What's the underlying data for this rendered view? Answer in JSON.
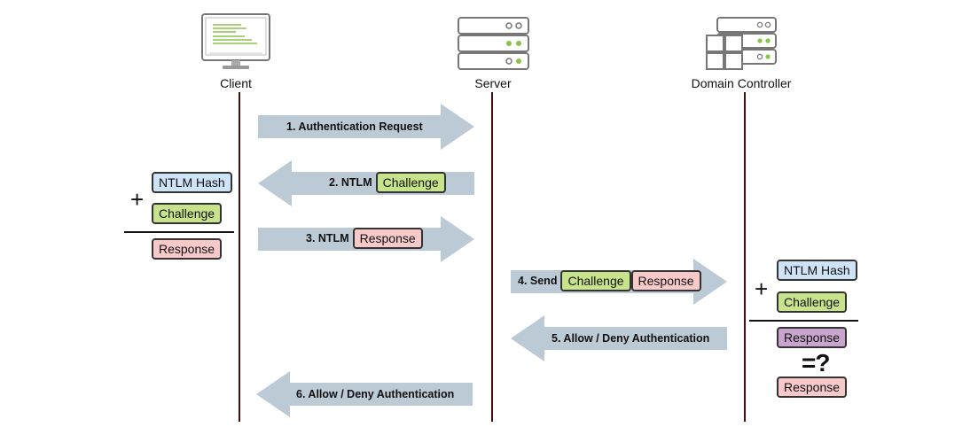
{
  "actors": {
    "client": "Client",
    "server": "Server",
    "domain_controller": "Domain Controller"
  },
  "messages": {
    "m1": "1. Authentication Request",
    "m2_prefix": "2. NTLM",
    "m2_pill": "Challenge",
    "m3_prefix": "3. NTLM",
    "m3_pill": "Response",
    "m4_prefix": "4. Send",
    "m4_pill1": "Challenge",
    "m4_pill2": "Response",
    "m5": "5. Allow / Deny Authentication",
    "m6": "6. Allow / Deny Authentication"
  },
  "client_calc": {
    "hash": "NTLM Hash",
    "plus": "+",
    "challenge": "Challenge",
    "result": "Response"
  },
  "dc_calc": {
    "hash": "NTLM Hash",
    "plus": "+",
    "challenge": "Challenge",
    "computed": "Response",
    "compare": "=?",
    "received": "Response"
  },
  "colors": {
    "arrow": "#bccad6",
    "lifeline": "#4a0d0d",
    "hash_blue": "#cfe3f7",
    "challenge_green": "#c7e38c",
    "response_pink": "#f7c9c9",
    "computed_purple": "#c7a5cc",
    "accent_green": "#8bc34a"
  },
  "icons": {
    "client": "computer-monitor-icon",
    "server": "server-rack-icon",
    "domain_controller": "domain-controller-icon"
  }
}
